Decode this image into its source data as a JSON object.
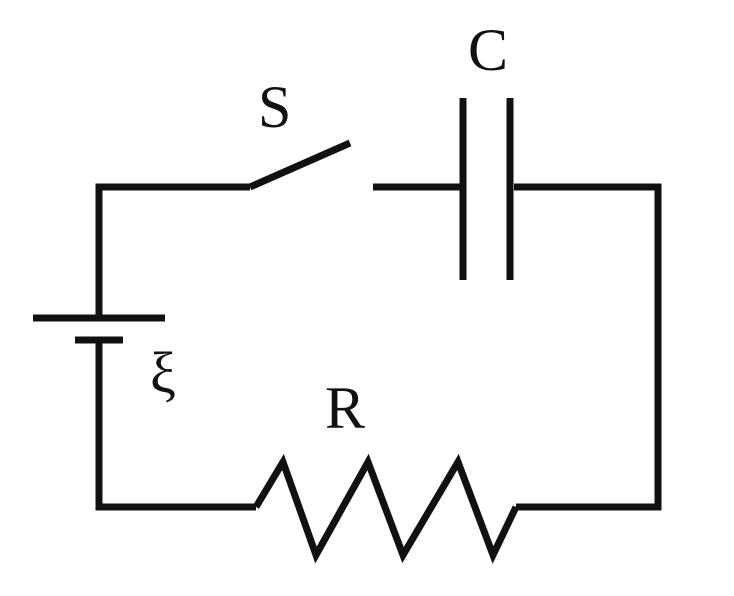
{
  "diagram": {
    "type": "rc-circuit",
    "components": {
      "switch": {
        "label": "S",
        "state": "open"
      },
      "capacitor": {
        "label": "C"
      },
      "battery": {
        "label": "ξ"
      },
      "resistor": {
        "label": "R"
      }
    }
  }
}
